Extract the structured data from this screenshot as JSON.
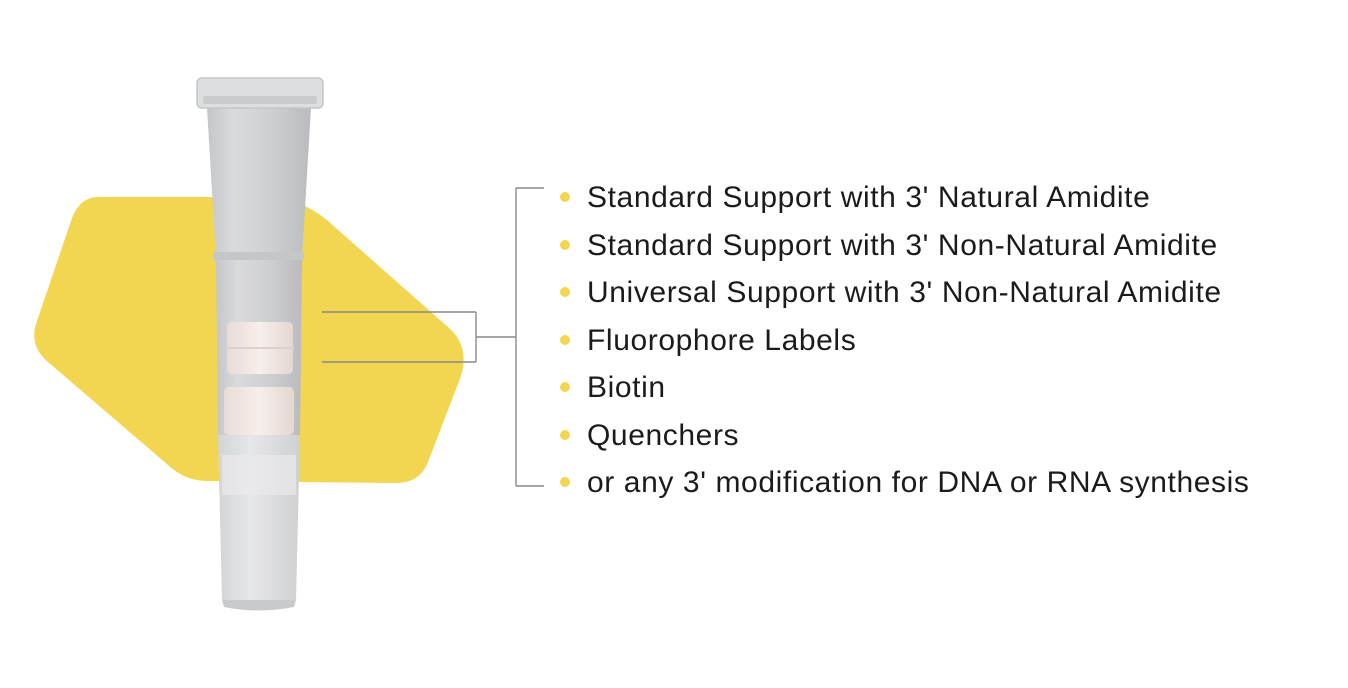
{
  "colors": {
    "accent": "#f2d651",
    "bracket": "#8a8a8a",
    "text": "#1b1b1b"
  },
  "icons": {
    "product": "column-tube-icon",
    "bullet": "bullet-dot-icon"
  },
  "features": [
    "Standard Support with 3' Natural Amidite",
    "Standard Support with 3' Non-Natural Amidite",
    "Universal Support with 3' Non-Natural Amidite",
    "Fluorophore Labels",
    "Biotin",
    "Quenchers",
    "or any 3' modification for DNA or RNA synthesis"
  ]
}
